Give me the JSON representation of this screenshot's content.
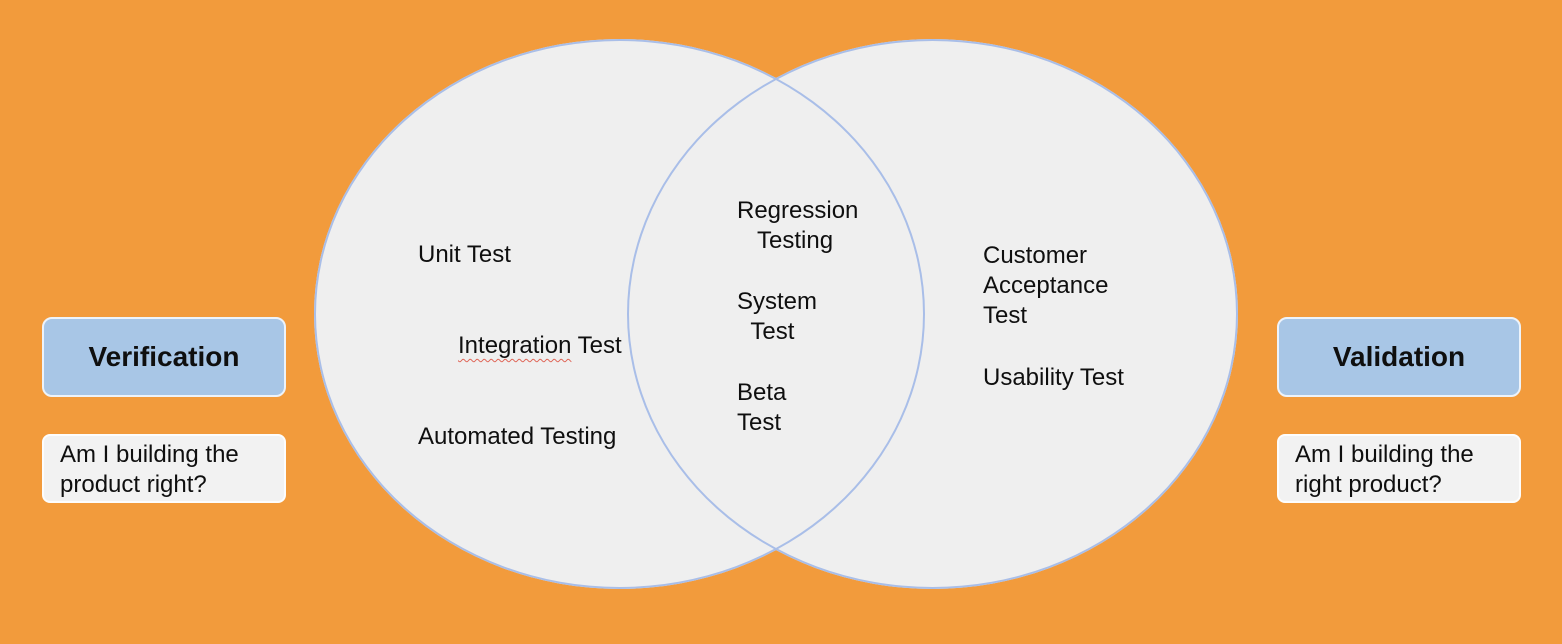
{
  "diagram": {
    "verification": {
      "label": "Verification",
      "question": "Am I building the\nproduct right?"
    },
    "validation": {
      "label": "Validation",
      "question": "Am I building the\nright product?"
    },
    "left_circle": {
      "items": [
        {
          "text": "Unit Test"
        },
        {
          "misspelled_word": "Integration",
          "rest": " Test"
        },
        {
          "text": "Automated Testing"
        }
      ]
    },
    "overlap": {
      "items": [
        "Regression\n   Testing",
        "System\n  Test",
        "Beta\nTest"
      ]
    },
    "right_circle": {
      "items": [
        "Customer\nAcceptance\nTest",
        "Usability Test"
      ]
    }
  },
  "colors": {
    "background": "#F29B3C",
    "circle_fill": "#EFEFEF",
    "circle_border": "#A9BEE8",
    "label_box_fill": "#A8C6E6",
    "question_box_fill": "#F2F2F2",
    "text": "#0F0F0F",
    "spellcheck_squiggle": "#DF6456"
  }
}
